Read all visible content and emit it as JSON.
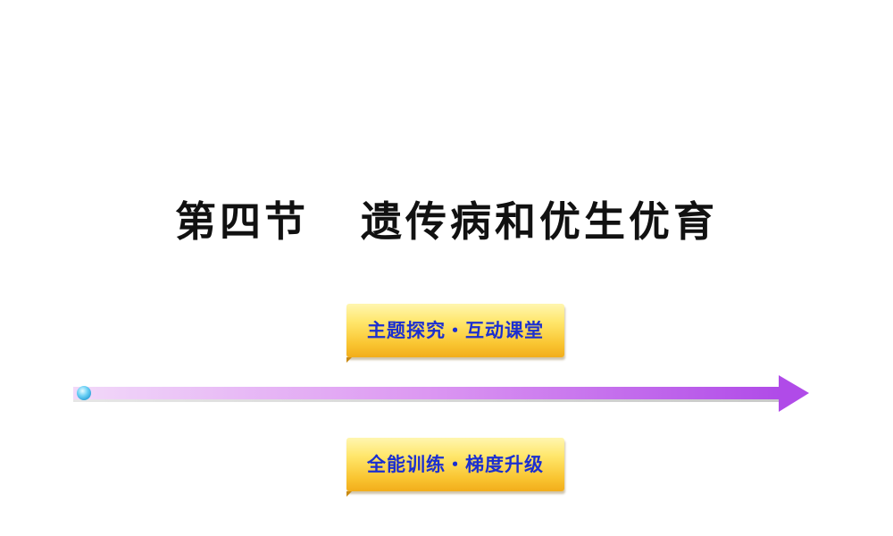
{
  "slide": {
    "title_part1": "第四节",
    "title_part2": "遗传病和优生优育"
  },
  "buttons": {
    "inquiry_label": "主题探究・互动课堂",
    "training_label": "全能训练・梯度升级"
  },
  "colors": {
    "title_text": "#111111",
    "button_text": "#1b2fd0",
    "button_gold": "#f9c531",
    "arrow_start": "#f0d4f8",
    "arrow_end": "#b04be8",
    "dot": "#4ec3f0"
  }
}
